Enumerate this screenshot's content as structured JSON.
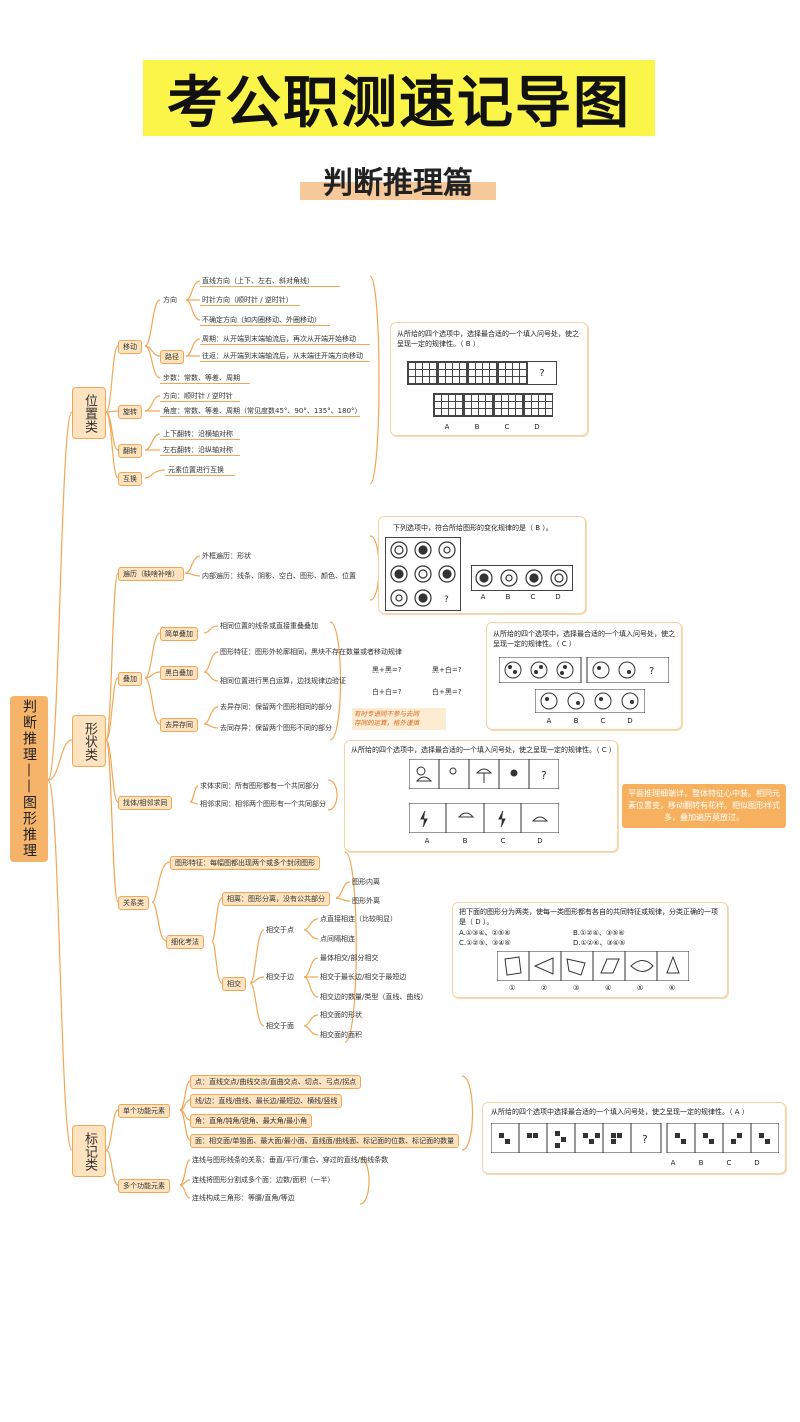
{
  "title": "考公职测速记导图",
  "subtitle": "判断推理篇",
  "root": "判断推理——图形推理",
  "branches": {
    "position": "位置类",
    "shape": "形状类",
    "mark": "标记类"
  },
  "position": {
    "move": "移动",
    "direction": "方向",
    "dir_items": [
      "直线方向（上下、左右、斜对角线）",
      "时针方向（顺时针 / 逆时针）",
      "不确定方向（如内圈移动、外圈移动）"
    ],
    "path": "路径",
    "path_items": [
      "周期：从开端到末端轴流后，再次从开端开始移动",
      "往返：从开端到末端轴流后，从末端往开端方向移动"
    ],
    "steps": "步数：常数、等差、周期",
    "rotate": "旋转",
    "rotate_items": [
      "方向：顺时针 / 逆时针",
      "角度：常数、等差、周期（常见度数45°、90°、135°、180°）"
    ],
    "flip": "翻转",
    "flip_items": [
      "上下翻转：沿横轴对称",
      "左右翻转：沿纵轴对称"
    ],
    "swap": "互换",
    "swap_item": "元素位置进行互换"
  },
  "shape": {
    "traverse": "遍历（缺啥补啥）",
    "traverse_items": [
      "外框遍历：形状",
      "内部遍历：线条、阴影、空白、图形、颜色、位置"
    ],
    "overlay": "叠加",
    "simple": "简单叠加",
    "simple_item": "相同位置的线条或直接重叠叠加",
    "color": "黑白叠加",
    "color_items": [
      "图形特征：图形外轮廓相同，黑块不存在数量或者移动规律",
      "相同位置进行黑白运算，边找规律边验证"
    ],
    "color_formulas": [
      "黑+黑=?",
      "白+白=?",
      "白+黑=?",
      "黑+白=?"
    ],
    "diff": "去异存同",
    "diff_items": [
      "去异存同：保留两个图形相同的部分",
      "去同存异：保留两个图形不同的部分"
    ],
    "hand_note": "有时专语同不参与去同\n存同的运算，格外谨慎",
    "find": "找体/相邻求同",
    "find_items": [
      "求体求同：所有图形都有一个共同部分",
      "相邻求同：相邻两个图形有一个共同部分"
    ],
    "relation": "关系类",
    "relation_feature": "图形特征：每幅图都出现两个或多个封闭图形",
    "detail": "细化考法",
    "apart": "相离：图形分离，没有公共部分",
    "apart_items": [
      "图形内离",
      "图形外离"
    ],
    "intersect": "相交",
    "point": "相交于点",
    "point_items": [
      "点直接相连（比较明显）",
      "点间隔相连"
    ],
    "edge": "相交于边",
    "edge_items": [
      "最体相交/部分相交",
      "相交于最长边/相交于最短边",
      "相交边的数量/类型（直线、曲线）"
    ],
    "face": "相交于面",
    "face_items": [
      "相交面的形状",
      "相交面的面积"
    ]
  },
  "mark": {
    "single": "单个功能元素",
    "single_items": [
      "点：直线交点/曲线交点/直曲交点、切点、弓点/拐点",
      "线/边：直线/曲线、最长边/最短边、横线/竖线",
      "角：直角/钝角/锐角、最大角/最小角",
      "面：相交面/单独面、最大面/最小面、直线面/曲线面、标记面的位数、标记面的数量"
    ],
    "multi": "多个功能元素",
    "multi_items": [
      "连线与图形线条的关系：垂直/平行/重合、穿过的直线/曲线条数",
      "连线将图形分割成多个面：边数/面积（一半）",
      "连线构成三角形：等腰/直角/等边"
    ]
  },
  "examples": {
    "ex1": "从所给的四个选项中，选择最合适的一个填入问号处，使之呈现一定的规律性。（ B ）",
    "ex2": "下列选项中，符合所给图形的变化规律的是（ B ）。",
    "ex3": "从所给的四个选项中，选择最合适的一个填入问号处，使之呈现一定的规律性。（ C ）",
    "ex4": "从所给的四个选项中，选择最合适的一个填入问号处，使之呈现一定的规律性。（ C ）",
    "ex5": "把下面的图形分为两类，使每一类图形都有各自的共同特征或规律，分类正确的一项是（ D ）。",
    "ex5_options": [
      "A.①③④、②⑤⑥",
      "B.①②④、③⑤⑥",
      "C.①②⑤、③④⑥",
      "D.①②⑥、③④⑤"
    ],
    "ex5_nums": [
      "①",
      "②",
      "③",
      "④",
      "⑤",
      "⑥"
    ],
    "ex6": "从所给的四个选项中选择最合适的一个填入问号处，使之呈现一定的规律性。（ A ）",
    "options": [
      "A",
      "B",
      "C",
      "D"
    ],
    "question": "?"
  },
  "side_note": "平面推理细端详，整体特征心中装。相同元素位置变，移动翻转有花样。相似图形样式多，叠加遍历莫放过。",
  "colors": {
    "banner": "#fbf54a",
    "accent": "#f1a756",
    "box": "#fde3c0",
    "root": "#f6b46a"
  }
}
